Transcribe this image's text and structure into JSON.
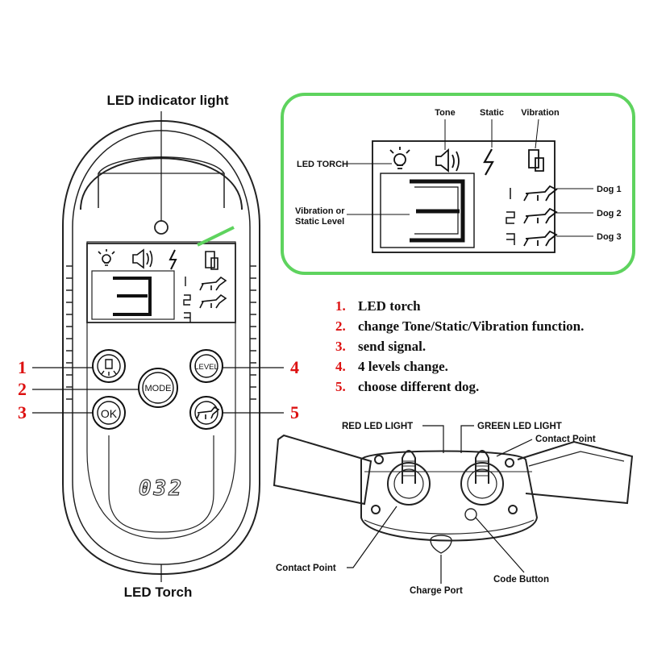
{
  "callouts": {
    "led_indicator_light": "LED indicator light",
    "led_torch_bottom": "LED Torch"
  },
  "display_zoom": {
    "tone": "Tone",
    "static": "Static",
    "vibration": "Vibration",
    "led_torch": "LED TORCH",
    "level_line1": "Vibration or",
    "level_line2": "Static Level",
    "dog1": "Dog 1",
    "dog2": "Dog 2",
    "dog3": "Dog 3",
    "border_color": "#5ed35e"
  },
  "remote": {
    "ok_label": "OK",
    "mode_label": "MODE",
    "level_label": "LEVEL",
    "model": "032",
    "markers": [
      "1",
      "2",
      "3",
      "4",
      "5"
    ]
  },
  "functions": [
    {
      "num": "1.",
      "text": "LED torch"
    },
    {
      "num": "2.",
      "text": "change Tone/Static/Vibration function."
    },
    {
      "num": "3.",
      "text": "send signal."
    },
    {
      "num": "4.",
      "text": "4 levels change."
    },
    {
      "num": "5.",
      "text": "choose different dog."
    }
  ],
  "collar": {
    "red_led": "RED LED LIGHT",
    "green_led": "GREEN LED LIGHT",
    "contact_point_top": "Contact Point",
    "contact_point_bottom": "Contact Point",
    "charge_port": "Charge Port",
    "code_button": "Code Button"
  },
  "colors": {
    "marker": "#d11111",
    "line": "#111111",
    "highlight": "#5ed35e"
  }
}
